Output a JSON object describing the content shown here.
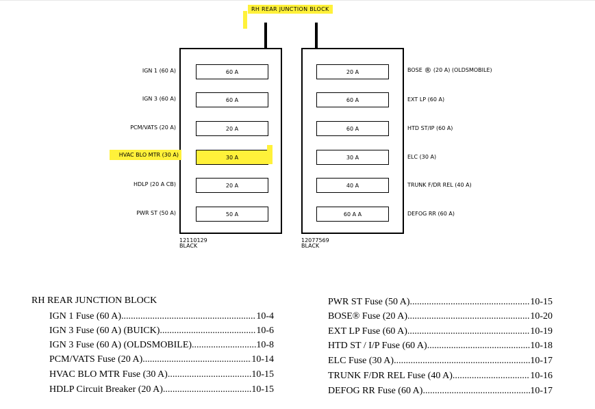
{
  "diagram": {
    "title": "RH REAR JUNCTION BLOCK",
    "left_block": {
      "part_number": "12110129",
      "color": "BLACK",
      "fuses": [
        {
          "label": "IGN 1 (60 A)",
          "value": "60 A"
        },
        {
          "label": "IGN 3 (60 A)",
          "value": "60 A"
        },
        {
          "label": "PCM/VATS (20 A)",
          "value": "20 A"
        },
        {
          "label": "HVAC BLO MTR (30 A)",
          "value": "30 A",
          "highlighted": true
        },
        {
          "label": "HDLP (20 A CB)",
          "value": "20 A"
        },
        {
          "label": "PWR ST (50 A)",
          "value": "50 A"
        }
      ]
    },
    "right_block": {
      "part_number": "12077569",
      "color": "BLACK",
      "fuses": [
        {
          "label_prefix": "BOSE",
          "reg": "®",
          "label_suffix": "(20 A) (OLDSMOBILE)",
          "value": "20 A"
        },
        {
          "label": "EXT LP (60 A)",
          "value": "60 A"
        },
        {
          "label": "HTD ST/IP (60 A)",
          "value": "60 A"
        },
        {
          "label": "ELC (30 A)",
          "value": "30 A"
        },
        {
          "label": "TRUNK F/DR REL (40 A)",
          "value": "40 A"
        },
        {
          "label": "DEFOG RR (60 A)",
          "value": "60 A A"
        }
      ]
    },
    "highlight_color": "#fff13a"
  },
  "index": {
    "title": "RH REAR JUNCTION BLOCK",
    "left": [
      {
        "name": "IGN 1 Fuse (60 A)",
        "page": "10-4"
      },
      {
        "name": "IGN 3 Fuse (60 A) (BUICK)",
        "page": "10-6"
      },
      {
        "name": "IGN 3 Fuse (60 A) (OLDSMOBILE)",
        "page": "10-8"
      },
      {
        "name": "PCM/VATS Fuse (20 A)",
        "page": "10-14"
      },
      {
        "name": "HVAC BLO MTR Fuse (30 A)",
        "page": "10-15"
      },
      {
        "name": "HDLP Circuit Breaker (20 A)",
        "page": "10-15"
      }
    ],
    "right": [
      {
        "name": "PWR ST Fuse (50 A)",
        "page": "10-15"
      },
      {
        "name": "BOSE® Fuse (20 A)",
        "page": "10-20"
      },
      {
        "name": "EXT LP Fuse (60 A)",
        "page": "10-19"
      },
      {
        "name": "HTD ST / I/P Fuse (60 A)",
        "page": "10-18"
      },
      {
        "name": "ELC Fuse (30 A)",
        "page": "10-17"
      },
      {
        "name": "TRUNK F/DR REL Fuse (40 A)",
        "page": "10-16"
      },
      {
        "name": "DEFOG RR Fuse (60 A)",
        "page": "10-17"
      }
    ]
  }
}
